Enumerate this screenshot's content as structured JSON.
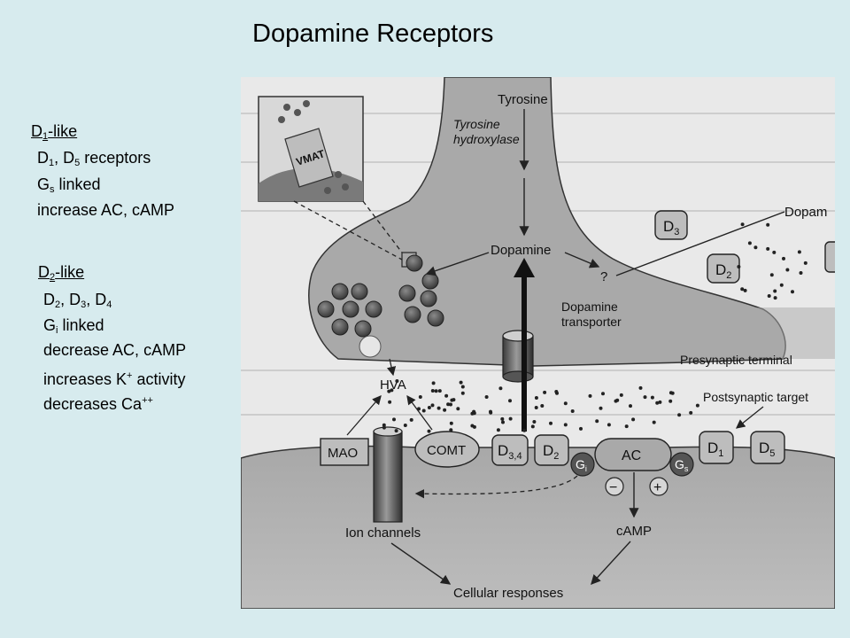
{
  "title": "Dopamine Receptors",
  "d1_group": {
    "heading": {
      "pre": "D",
      "sub": "1",
      "post": "-like"
    },
    "lines": [
      {
        "parts": [
          "D",
          "1",
          ", D",
          "5",
          " receptors"
        ]
      },
      {
        "parts": [
          "G",
          "s",
          " linked"
        ]
      },
      {
        "parts": [
          "increase AC, cAMP"
        ]
      }
    ]
  },
  "d2_group": {
    "heading": {
      "pre": "D",
      "sub": "2",
      "post": "-like"
    },
    "lines": [
      {
        "parts": [
          "D",
          "2",
          ", D",
          "3",
          ", D",
          "4"
        ]
      },
      {
        "parts": [
          "G",
          "i",
          " linked"
        ]
      },
      {
        "parts": [
          "decrease AC, cAMP"
        ]
      },
      {
        "parts": [
          "increases K",
          "+",
          " activity"
        ]
      },
      {
        "parts": [
          "decreases Ca",
          "++"
        ]
      }
    ]
  },
  "figure": {
    "labels": {
      "tyrosine": "Tyrosine",
      "tyrosine_hydroxylase_1": "Tyrosine",
      "tyrosine_hydroxylase_2": "hydroxylase",
      "dopamine": "Dopamine",
      "question": "?",
      "dopamine_cut": "Dopam",
      "transporter_1": "Dopamine",
      "transporter_2": "transporter",
      "presynaptic": "Presynaptic terminal",
      "postsynaptic": "Postsynaptic target",
      "hva": "HVA",
      "vmat": "VMAT",
      "mao": "MAO",
      "comt": "COMT",
      "ion_channels": "Ion channels",
      "camp": "cAMP",
      "cellular": "Cellular responses",
      "ac": "AC",
      "minus": "−",
      "plus": "+",
      "gi": "G",
      "gi_sub": "i",
      "gs": "G",
      "gs_sub": "s"
    },
    "receptors": [
      {
        "id": "d3-pre",
        "text": "D",
        "sub": "3"
      },
      {
        "id": "d2-pre",
        "text": "D",
        "sub": "2"
      },
      {
        "id": "d34-post",
        "text": "D",
        "sub": "3,4"
      },
      {
        "id": "d2-post",
        "text": "D",
        "sub": "2"
      },
      {
        "id": "d1-post",
        "text": "D",
        "sub": "1"
      },
      {
        "id": "d5-post",
        "text": "D",
        "sub": "5"
      }
    ]
  }
}
